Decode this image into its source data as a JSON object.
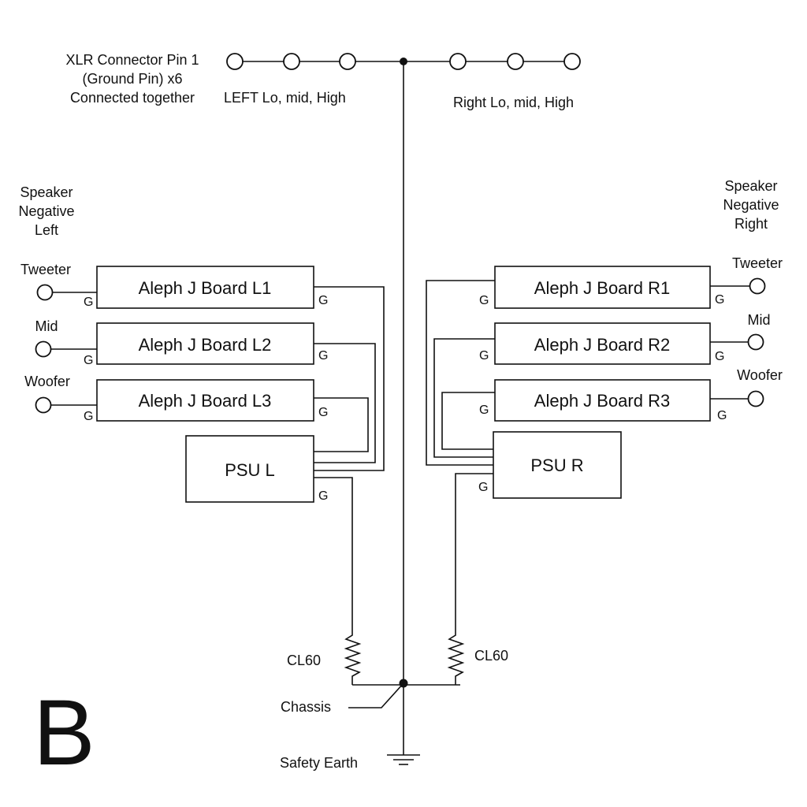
{
  "xlr": {
    "label_lines": [
      "XLR Connector Pin 1",
      "(Ground Pin) x6",
      "Connected together"
    ],
    "left_label": "LEFT Lo, mid, High",
    "right_label": "Right Lo, mid, High"
  },
  "speaker_left": {
    "lines": [
      "Speaker",
      "Negative",
      "Left"
    ]
  },
  "speaker_right": {
    "lines": [
      "Speaker",
      "Negative",
      "Right"
    ]
  },
  "drivers": {
    "tweeter": "Tweeter",
    "mid": "Mid",
    "woofer": "Woofer"
  },
  "boards": {
    "L1": "Aleph J Board L1",
    "L2": "Aleph J Board L2",
    "L3": "Aleph J Board L3",
    "R1": "Aleph J Board R1",
    "R2": "Aleph J Board R2",
    "R3": "Aleph J Board R3"
  },
  "psu": {
    "left": "PSU L",
    "right": "PSU R"
  },
  "ground_pin": "G",
  "thermistor": {
    "left": "CL60",
    "right": "CL60"
  },
  "chassis": "Chassis",
  "safety_earth": "Safety Earth",
  "figure_letter": "B"
}
